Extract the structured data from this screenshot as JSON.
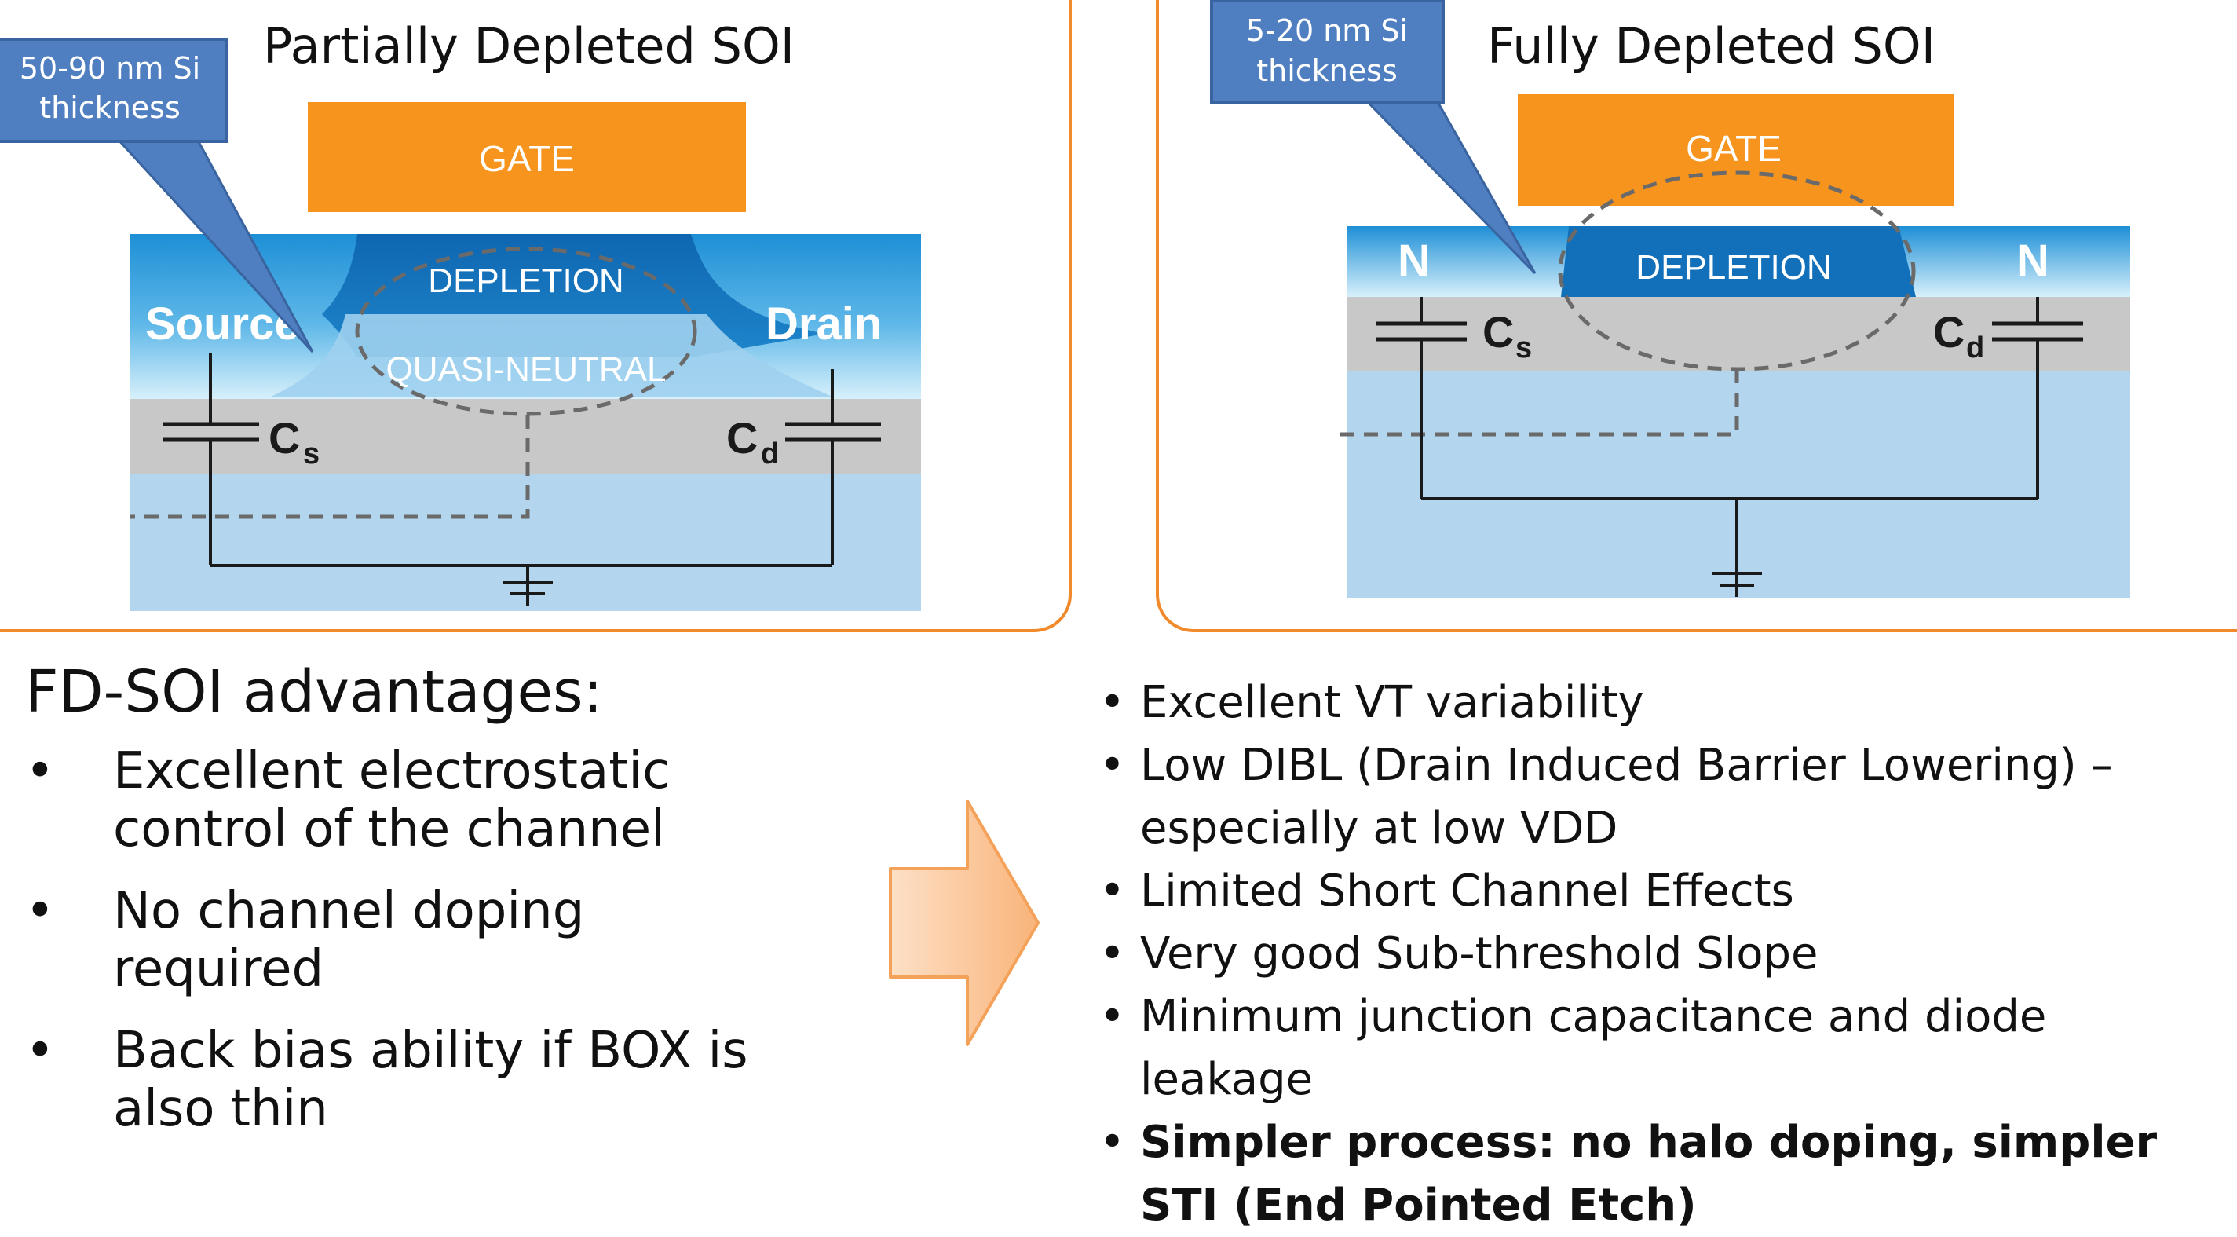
{
  "panels": {
    "pd": {
      "title": "Partially Depleted SOI",
      "callout_lines": [
        "50-90 nm Si",
        "thickness"
      ],
      "gate": "GATE",
      "depletion": "DEPLETION",
      "quasi": "QUASI-NEUTRAL",
      "source": "Source",
      "drain": "Drain",
      "cs_main": "C",
      "cs_sub": "s",
      "cd_main": "C",
      "cd_sub": "d"
    },
    "fd": {
      "title": "Fully Depleted SOI",
      "callout_lines": [
        "5-20 nm Si",
        "thickness"
      ],
      "gate": "GATE",
      "depletion": "DEPLETION",
      "n_left": "N",
      "n_right": "N",
      "cs_main": "C",
      "cs_sub": "s",
      "cd_main": "C",
      "cd_sub": "d"
    }
  },
  "advantages": {
    "heading": "FD-SOI advantages:",
    "bullet": "•",
    "items": [
      "Excellent electrostatic control of the channel",
      "No channel doping required",
      "Back bias ability if BOX is also thin"
    ]
  },
  "benefits": {
    "bullet": "•",
    "items": [
      "Excellent VT variability",
      "Low DIBL (Drain Induced Barrier Lowering) – especially at low VDD",
      "Limited Short Channel Effects",
      "Very good Sub-threshold Slope",
      "Minimum junction capacitance and diode leakage",
      "Simpler process: no halo doping, simpler STI (End Pointed Etch)"
    ],
    "bold_item": "Simpler process: no halo doping, simpler STI (End Pointed Etch)"
  },
  "colors": {
    "panel_border": "#f08a2a",
    "gate": "#f7941d",
    "silicon_top": "#1e8fd6",
    "silicon_light": "#bfe6f7",
    "depletion": "#1270bb",
    "box": "#c8c8c8",
    "substrate": "#b3d6ee",
    "callout": "#4f7fc0",
    "arrow_fill": "#fbc79b",
    "arrow_stroke": "#f4a25a"
  }
}
